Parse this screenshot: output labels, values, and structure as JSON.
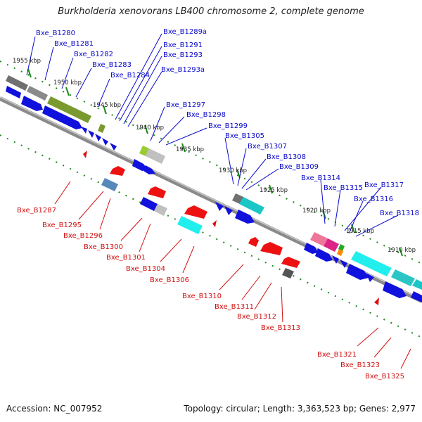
{
  "title": "Burkholderia xenovorans LB400 chromosome 2, complete genome",
  "footer": {
    "accession": "Accession: NC_007952",
    "summary": "Topology: circular; Length: 3,363,523 bp; Genes: 2,977"
  },
  "colors": {
    "forward_label": "#0a0acc",
    "reverse_label": "#d01010",
    "backbone": "#7a7a7a",
    "tick": "#1a8a1a"
  },
  "kbp_labels": [
    "1955 kbp",
    "1950 kbp",
    "1945 kbp",
    "1940 kbp",
    "1935 kbp",
    "1930 kbp",
    "1925 kbp",
    "1920 kbp",
    "1915 kbp",
    "1910 kbp"
  ],
  "forward_labels": [
    "Bxe_B1280",
    "Bxe_B1281",
    "Bxe_B1282",
    "Bxe_B1283",
    "Bxe_B1284",
    "Bxe_B1289a",
    "Bxe_B1291",
    "Bxe_B1293",
    "Bxe_B1293a",
    "Bxe_B1297",
    "Bxe_B1298",
    "Bxe_B1299",
    "Bxe_B1305",
    "Bxe_B1307",
    "Bxe_B1308",
    "Bxe_B1309",
    "Bxe_B1314",
    "Bxe_B1315",
    "Bxe_B1317",
    "Bxe_B1316",
    "Bxe_B1318"
  ],
  "reverse_labels": [
    "Bxe_B1287",
    "Bxe_B1295",
    "Bxe_B1296",
    "Bxe_B1300",
    "Bxe_B1301",
    "Bxe_B1304",
    "Bxe_B1306",
    "Bxe_B1310",
    "Bxe_B1311",
    "Bxe_B1312",
    "Bxe_B1313",
    "Bxe_B1321",
    "Bxe_B1323",
    "Bxe_B1325"
  ]
}
